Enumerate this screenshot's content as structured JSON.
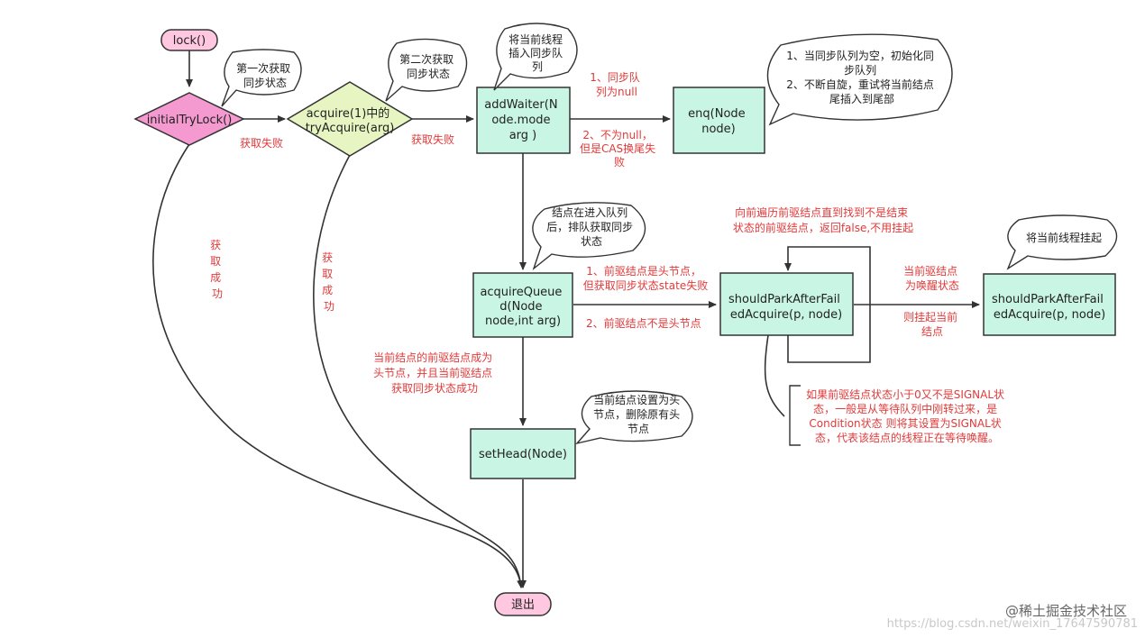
{
  "nodes": {
    "lock": "lock()",
    "initialTryLock": "initialTryLock()",
    "tryAcquire": [
      "acquire(1)中的",
      "tryAcquire(arg)"
    ],
    "addWaiter": [
      "addWaiter(N",
      "ode.mode",
      "arg )"
    ],
    "enq": [
      "enq(Node",
      "node)"
    ],
    "acquireQueued": [
      "acquireQueue",
      "d(Node",
      "node,int arg)"
    ],
    "shouldPark1": [
      "shouldParkAfterFail",
      "edAcquire(p, node)"
    ],
    "shouldPark2": [
      "shouldParkAfterFail",
      "edAcquire(p, node)"
    ],
    "setHead": "setHead(Node)",
    "exit": "退出"
  },
  "bubbles": {
    "first": [
      "第一次获取",
      "同步状态"
    ],
    "second": [
      "第二次获取",
      "同步状态"
    ],
    "insert": [
      "将当前线程",
      "插入同步队",
      "列"
    ],
    "enqNote": [
      "1、当同步队列为空，初始化同",
      "步队列",
      "2、不断自旋，重试将当前结点",
      "尾插入到尾部"
    ],
    "queueNote": [
      "结点在进入队列",
      "后，排队获取同步",
      "状态"
    ],
    "park": [
      "将当前线程挂起"
    ],
    "setHeadNote": [
      "当前结点设置为头",
      "节点，删除原有头",
      "节点"
    ]
  },
  "labels": {
    "fail1": "获取失败",
    "fail2": "获取失败",
    "success1": [
      "获",
      "取",
      "成",
      "功"
    ],
    "success2": [
      "获",
      "取",
      "成",
      "功"
    ],
    "nullQueue": [
      "1、同步队",
      "列为null"
    ],
    "notNull": [
      "2、不为null，",
      "但是CAS换尾失",
      "败"
    ],
    "headFail": [
      "1、前驱结点是头节点，",
      "但获取同步状态state失败"
    ],
    "notHead": "2、前驱结点不是头节点",
    "traverse": [
      "向前遍历前驱结点直到找到不是结束",
      "状态的前驱结点，返回false,不用挂起"
    ],
    "signal": [
      "当前驱结点",
      "为唤醒状态"
    ],
    "suspend": [
      "则挂起当前",
      "结点"
    ],
    "headSuccess": [
      "当前结点的前驱结点成为",
      "头节点，并且当前驱结点",
      "获取同步状态成功"
    ]
  },
  "annotation": [
    "如果前驱结点状态小于0又不是SIGNAL状",
    "态，一般是从等待队列中刚转过来，是",
    "Condition状态 则将其设置为SIGNAL状",
    "态，代表该结点的线程正在等待唤醒。"
  ],
  "watermark": {
    "brand": "@稀土掘金技术社区",
    "url": "https://blog.csdn.net/weixin_17647590781"
  },
  "colors": {
    "pinkNode": "#ffc7e0",
    "magentaDiamond": "#f59ad0",
    "greenDiamond": "#e6f5c1",
    "mintBox": "#c8f5e4",
    "stroke": "#333333",
    "redText": "#e03a3a"
  }
}
